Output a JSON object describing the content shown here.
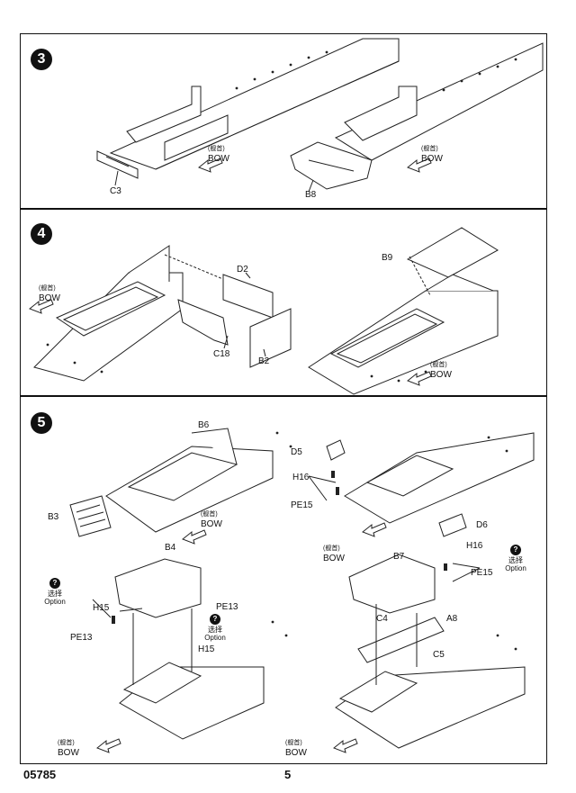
{
  "steps": [
    {
      "number": "3"
    },
    {
      "number": "4"
    },
    {
      "number": "5"
    }
  ],
  "labels": {
    "bow_cn": "(舰首)",
    "bow_en": "BOW",
    "option_cn": "选择",
    "option_en": "Option",
    "option_no": "?",
    "s3_c3": "C3",
    "s3_b8": "B8",
    "s4_d2": "D2",
    "s4_c18": "C18",
    "s4_b2": "B2",
    "s4_b9": "B9",
    "s5_b6": "B6",
    "s5_b3": "B3",
    "s5_d5": "D5",
    "s5_h16a": "H16",
    "s5_pe15a": "PE15",
    "s5_d6": "D6",
    "s5_h16b": "H16",
    "s5_pe15b": "PE15",
    "s5_b4": "B4",
    "s5_h15a": "H15",
    "s5_pe13a": "PE13",
    "s5_pe13b": "PE13",
    "s5_h15b": "H15",
    "s5_b7": "B7",
    "s5_c4": "C4",
    "s5_a8": "A8",
    "s5_c5": "C5"
  },
  "footer": {
    "code": "05785",
    "page": "5"
  }
}
